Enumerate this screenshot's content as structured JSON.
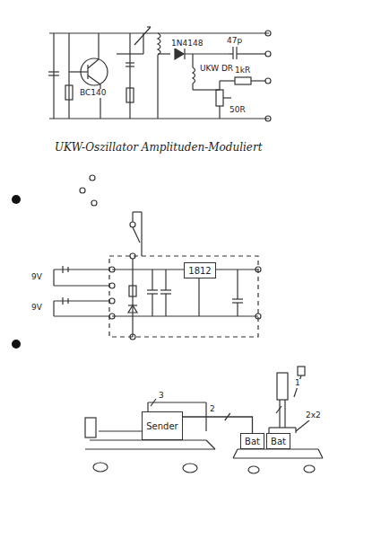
{
  "diagram": {
    "caption": "UKW-Oszillator Amplituden-Moduliert",
    "nodes": [
      {
        "text": [
          "1812"
        ]
      },
      {
        "text": [
          "Sender"
        ]
      },
      {
        "text": [
          "Bat"
        ]
      },
      {
        "text": [
          "Bat"
        ]
      }
    ],
    "edges": [
      {
        "from": 1,
        "to": 2,
        "label": "2",
        "arrow": "none"
      }
    ],
    "labels": [
      "BC140",
      "1N4148",
      "47p",
      "UKW DR",
      "1kR",
      "50R",
      "9V",
      "9V",
      "3",
      "2x2",
      "1"
    ]
  }
}
